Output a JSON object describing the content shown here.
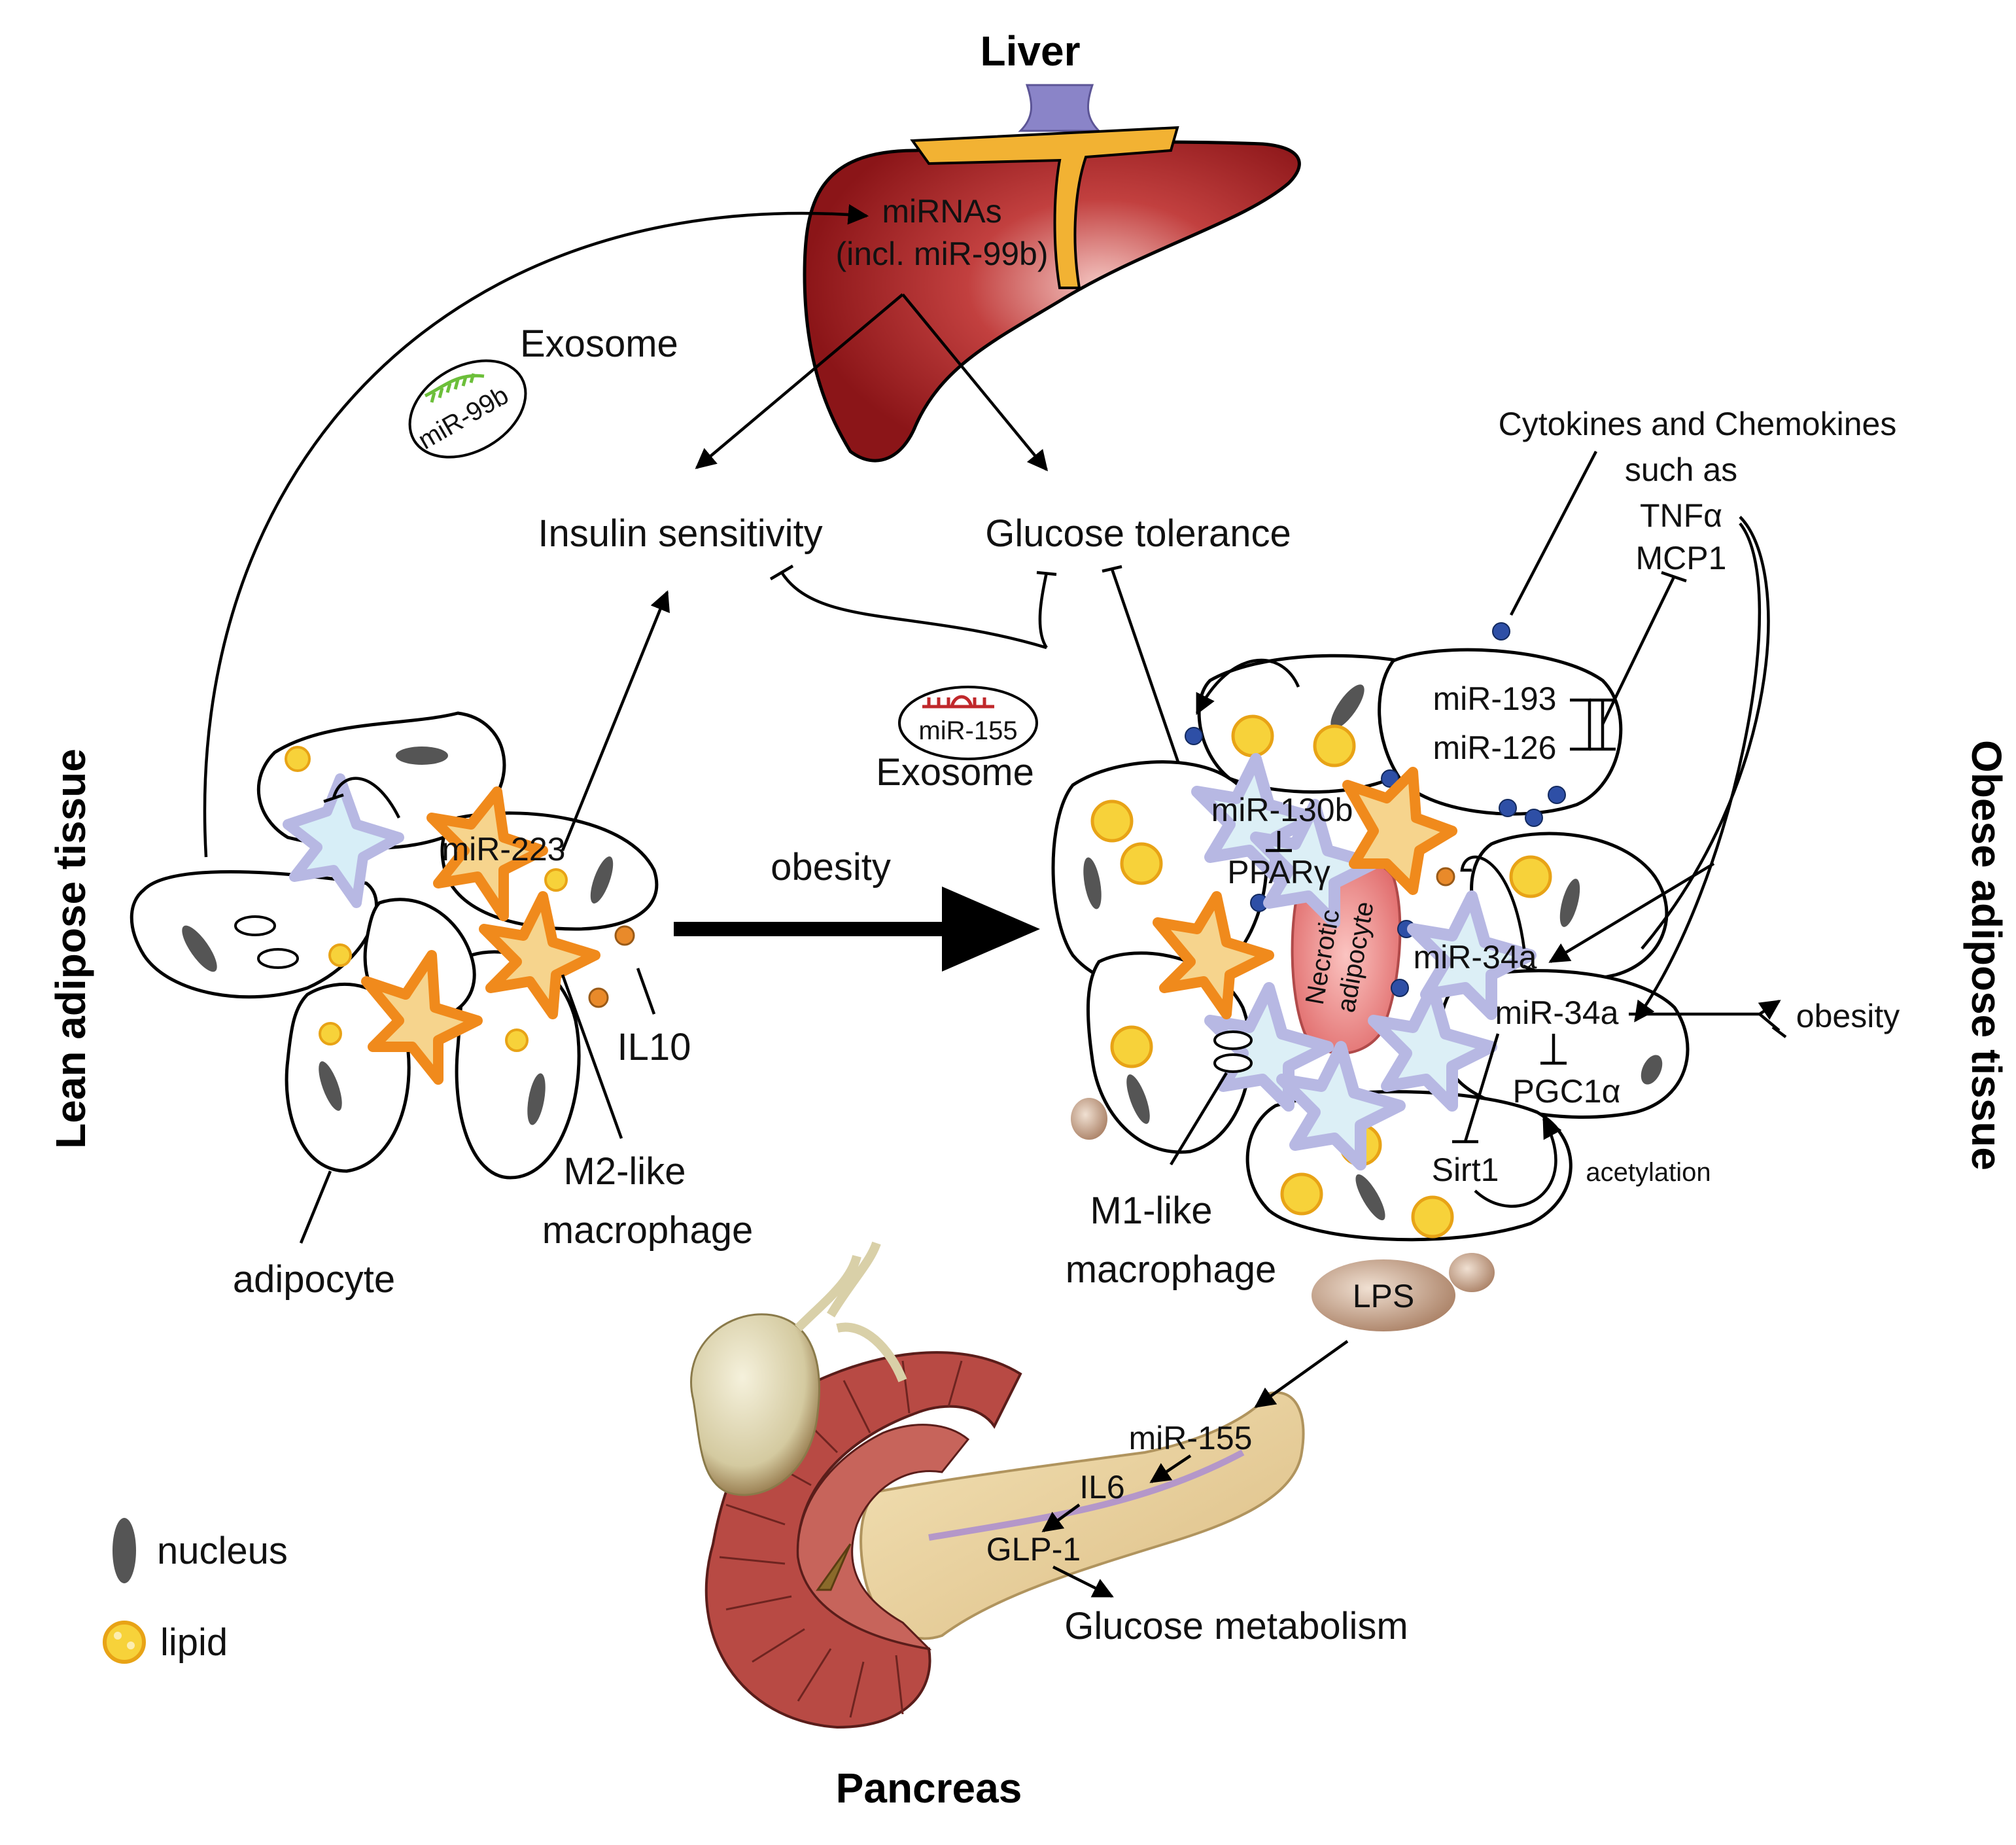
{
  "titles": {
    "liver": "Liver",
    "lean": "Lean adipose tissue",
    "obese": "Obese adipose tissue",
    "pancreas": "Pancreas"
  },
  "labels": {
    "liver_mirnas": "miRNAs",
    "liver_incl": "(incl. miR-99b)",
    "exosome_left": "Exosome",
    "exosome_mir99b": "miR-99b",
    "exosome_right": "Exosome",
    "exosome_mir155": "miR-155",
    "insulin_sensitivity": "Insulin sensitivity",
    "glucose_tolerance": "Glucose tolerance",
    "obesity_arrow": "obesity",
    "mir223": "miR-223",
    "il10": "IL10",
    "m2_line1": "M2-like",
    "m2_line2": "macrophage",
    "adipocyte": "adipocyte",
    "cytokines_line1": "Cytokines and Chemokines",
    "cytokines_line2": "such as",
    "cytokines_line3": "TNFα",
    "cytokines_line4": "MCP1",
    "mir193": "miR-193",
    "mir126": "miR-126",
    "mir130b": "miR-130b",
    "ppar": "PPARγ",
    "necrotic_line1": "Necrotic",
    "necrotic_line2": "adipocyte",
    "mir34a_a": "miR-34a",
    "mir34a_b": "miR-34a",
    "obesity_small": "obesity",
    "pgc1a": "PGC1α",
    "sirt1": "Sirt1",
    "acetylation": "acetylation",
    "m1_line1": "M1-like",
    "m1_line2": "macrophage",
    "lps": "LPS",
    "pan_mir155": "miR-155",
    "il6": "IL6",
    "glp1": "GLP-1",
    "glucose_metabolism": "Glucose metabolism"
  },
  "legend": {
    "nucleus": "nucleus",
    "lipid": "lipid"
  },
  "colors": {
    "liver": "#9e1d22",
    "liver_light": "#e8a3a2",
    "bile": "#f2b233",
    "m2_macrophage": "#f08a1c",
    "m1_macrophage": "#b7b8e3",
    "lipid": "#f7d23a",
    "nucleus": "#555555",
    "cytokine_dot": "#2e4fa6",
    "il10_dot": "#e98a2a",
    "necrotic": "#f28a8a",
    "lps": "#b08a6e",
    "pancreas": "#ecd5a2",
    "intestine": "#b84a44"
  }
}
